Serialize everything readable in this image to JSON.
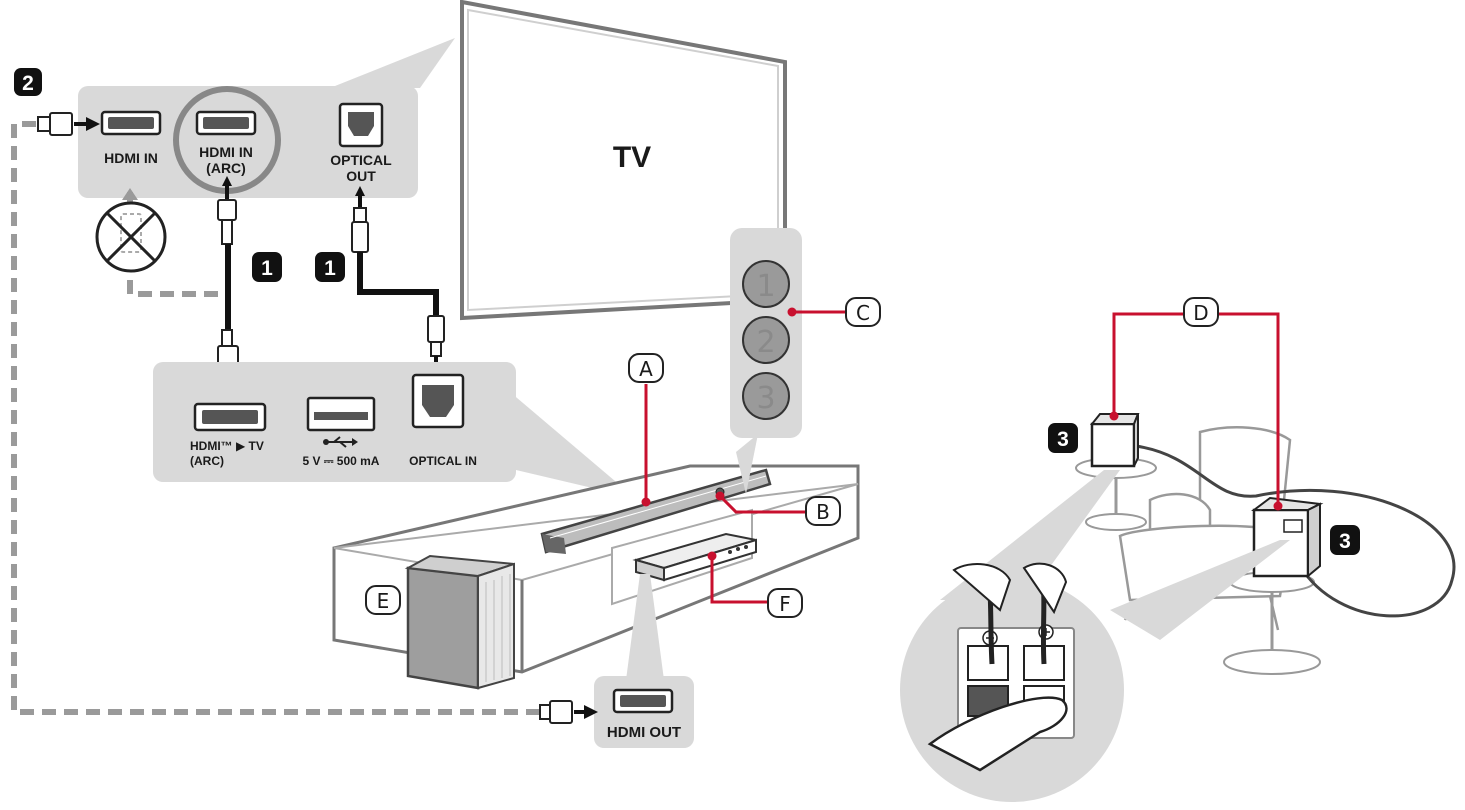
{
  "tv": {
    "label": "TV"
  },
  "tv_ports": {
    "hdmi_in": "HDMI IN",
    "hdmi_in_arc_1": "HDMI IN",
    "hdmi_in_arc_2": "(ARC)",
    "optical_out_1": "OPTICAL",
    "optical_out_2": "OUT"
  },
  "soundbar_ports": {
    "hdmi_tv_1": "HDMI™ ▶ TV",
    "hdmi_tv_2": "(ARC)",
    "usb_spec": "5 V ⎓ 500 mA",
    "optical_in": "OPTICAL IN"
  },
  "device_ports": {
    "hdmi_out": "HDMI OUT"
  },
  "steps": {
    "one": "1",
    "two": "2",
    "three": "3"
  },
  "channels": {
    "c1": "1",
    "c2": "2",
    "c3": "3"
  },
  "callouts": {
    "a": "A",
    "b": "B",
    "c": "C",
    "d": "D",
    "e": "E",
    "f": "F"
  },
  "colors": {
    "accent": "#c8102e",
    "panel": "#d9d9d9",
    "line": "#1a1a1a",
    "dash": "#9a9a9a"
  }
}
